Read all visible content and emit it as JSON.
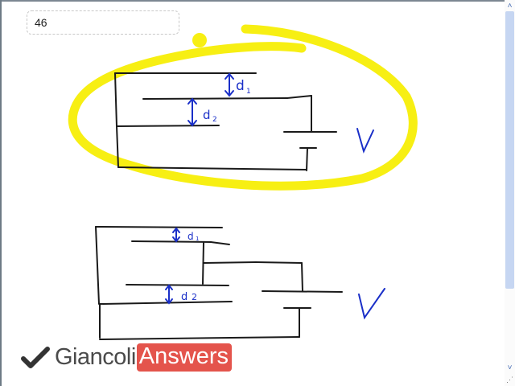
{
  "page_number_box": {
    "value": "46"
  },
  "drawing": {
    "top_circuit": {
      "highlighted": true,
      "highlight_color": "#f7ef13",
      "labels": {
        "gap1": "d1",
        "gap2": "d2",
        "voltage": "V"
      }
    },
    "bottom_circuit": {
      "labels": {
        "gap1": "d1",
        "gap2": "d2",
        "voltage": "V"
      }
    },
    "ink_color": "#1a1a1a",
    "annotation_color": "#1a2fc8"
  },
  "scrollbar": {
    "up_arrow": "˄",
    "down_arrow": "˅",
    "grip": "⋰"
  },
  "logo": {
    "check_icon": "check-icon",
    "brand_primary": "Giancoli",
    "brand_secondary": "Answers",
    "accent_color": "#e4544c"
  }
}
